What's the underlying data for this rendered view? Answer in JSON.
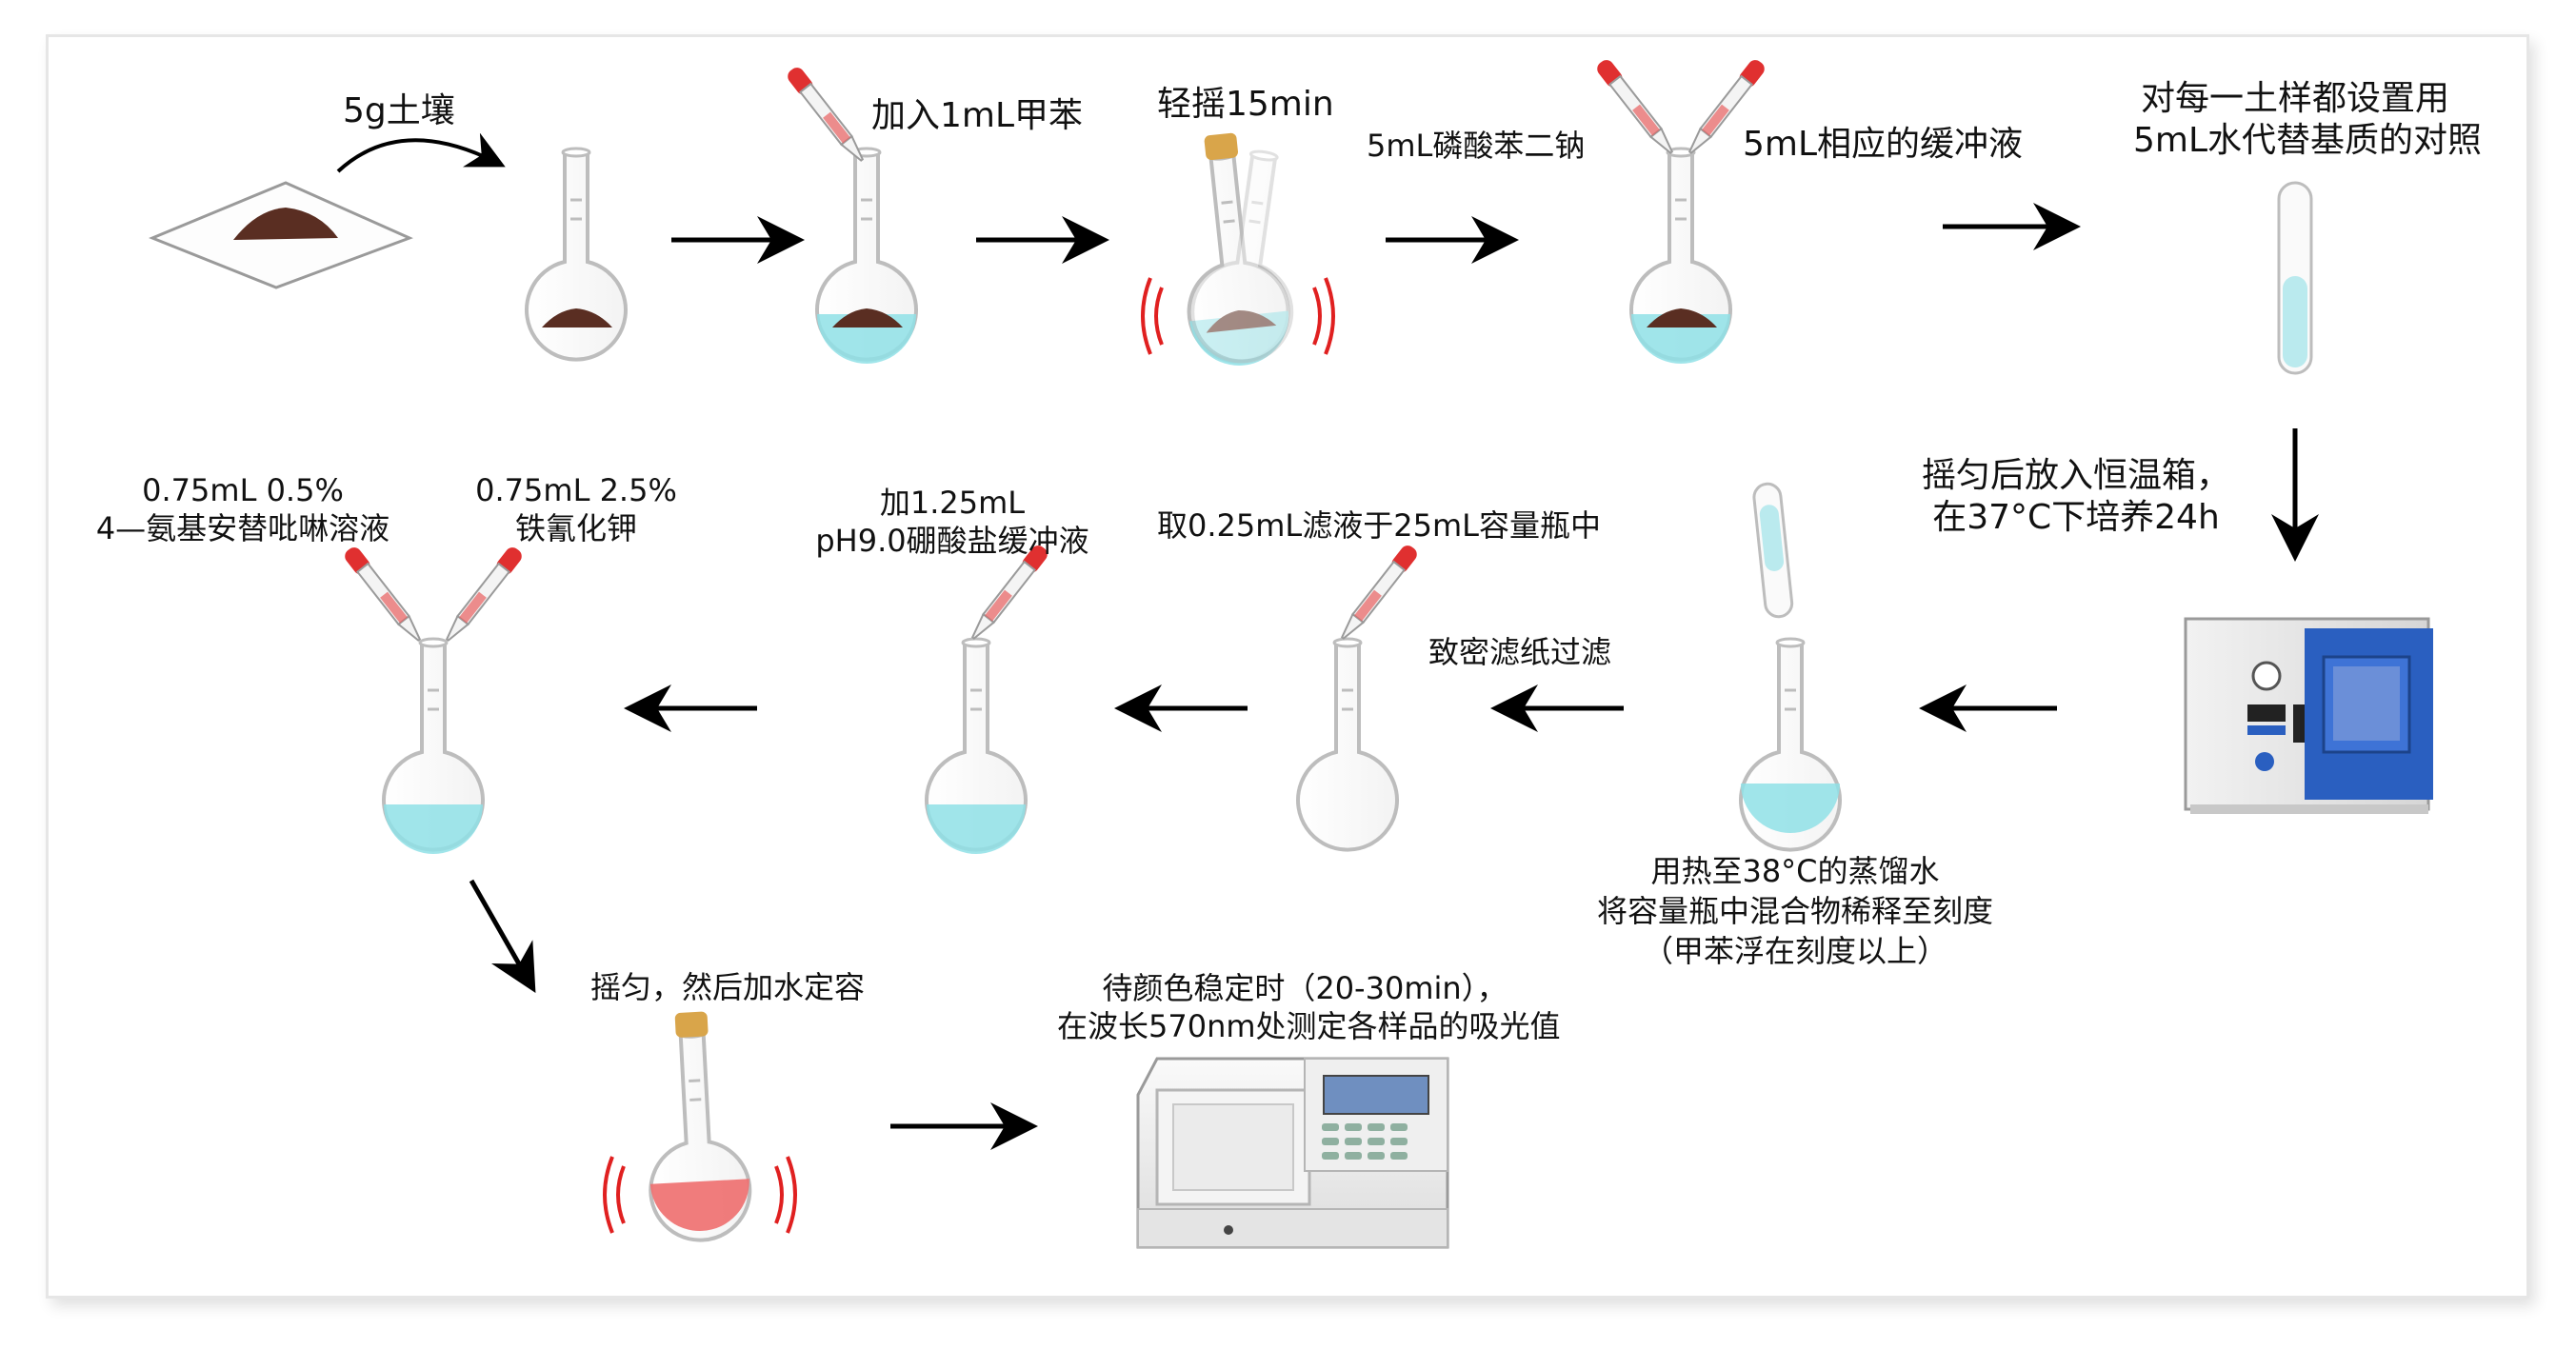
{
  "steps": {
    "soil": "5g土壤",
    "add_toluene": "加入1mL甲苯",
    "shake": "轻摇15min",
    "reagent_a": "5mL磷酸苯二钠",
    "reagent_b": "5mL相应的缓冲液",
    "control_line1": "对每一土样都设置用",
    "control_line2": "5mL水代替基质的对照",
    "incubate_line1": "摇匀后放入恒温箱，",
    "incubate_line2": "在37°C下培养24h",
    "dilute_line1": "用热至38°C的蒸馏水",
    "dilute_line2": "将容量瓶中混合物稀释至刻度",
    "dilute_line3": "（甲苯浮在刻度以上）",
    "filter": "致密滤纸过滤",
    "take_filtrate": "取0.25mL滤液于25mL容量瓶中",
    "buffer_line1": "加1.25mL",
    "buffer_line2": "pH9.0硼酸盐缓冲液",
    "aap_line1": "0.75mL 0.5%",
    "aap_line2": "4—氨基安替吡啉溶液",
    "ferri_line1": "0.75mL 2.5%",
    "ferri_line2": "铁氰化钾",
    "mix": "摇匀，然后加水定容",
    "measure_line1": "待颜色稳定时（20-30min），",
    "measure_line2": "在波长570nm处测定各样品的吸光值"
  },
  "colors": {
    "soil": "#5a2e22",
    "water": "#8fe0e6",
    "red_solution": "#ee6e6e",
    "dropper_bulb": "#e03030",
    "cork": "#d9a54a",
    "shake_marks": "#e02020",
    "oven_blue": "#2a5fc0"
  }
}
